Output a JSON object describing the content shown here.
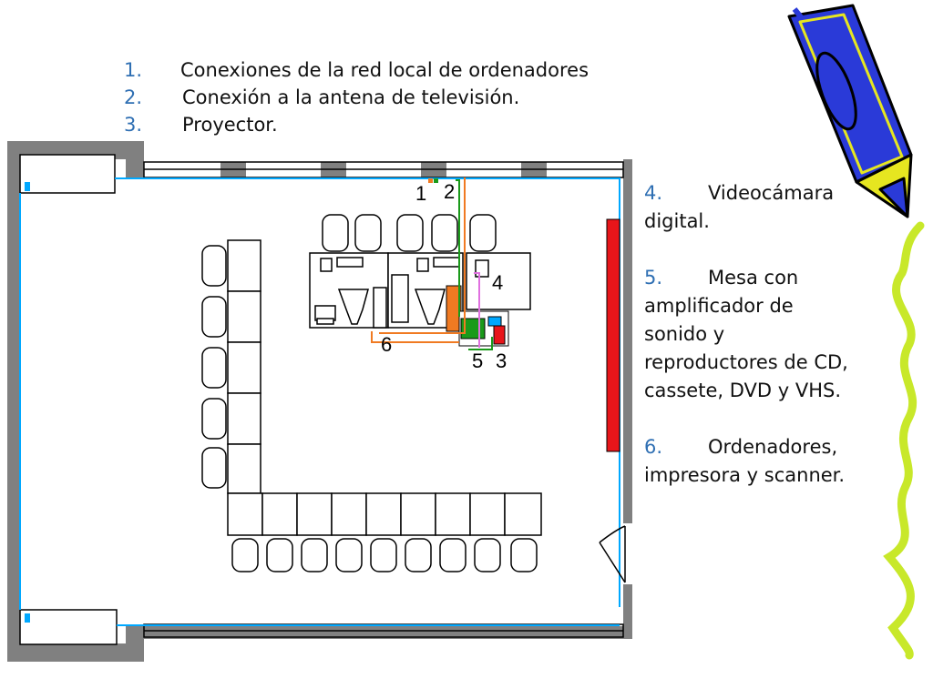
{
  "top_items": [
    {
      "num": "1.",
      "text": "Conexiones de la red local de ordenadores"
    },
    {
      "num": "2.",
      "text": "Conexión a la antena de televisión."
    },
    {
      "num": "3.",
      "text": "Proyector."
    }
  ],
  "side_items": [
    {
      "num": "4.",
      "first": "Videocámara",
      "rest": "digital."
    },
    {
      "num": "5.",
      "first": "Mesa con",
      "rest": "amplificador de sonido y reproductores de CD, cassete, DVD y VHS."
    },
    {
      "num": "6.",
      "first": "Ordenadore",
      "rest": "s, impresora y scanner."
    }
  ],
  "plan_labels": {
    "l1": "1",
    "l2": "2",
    "l3": "3",
    "l4": "4",
    "l5": "5",
    "l6": "6"
  },
  "colors": {
    "wall": "#808080",
    "cable_blue": "#00a8ff",
    "screen_red": "#e8151a",
    "orange": "#f07a22",
    "green": "#1a9a1a",
    "magenta": "#e070e0",
    "list_number": "#2f6fb3",
    "pencil_blue": "#2a3ad8",
    "pencil_yellow": "#e6e620",
    "squiggle": "#c8e82a"
  }
}
